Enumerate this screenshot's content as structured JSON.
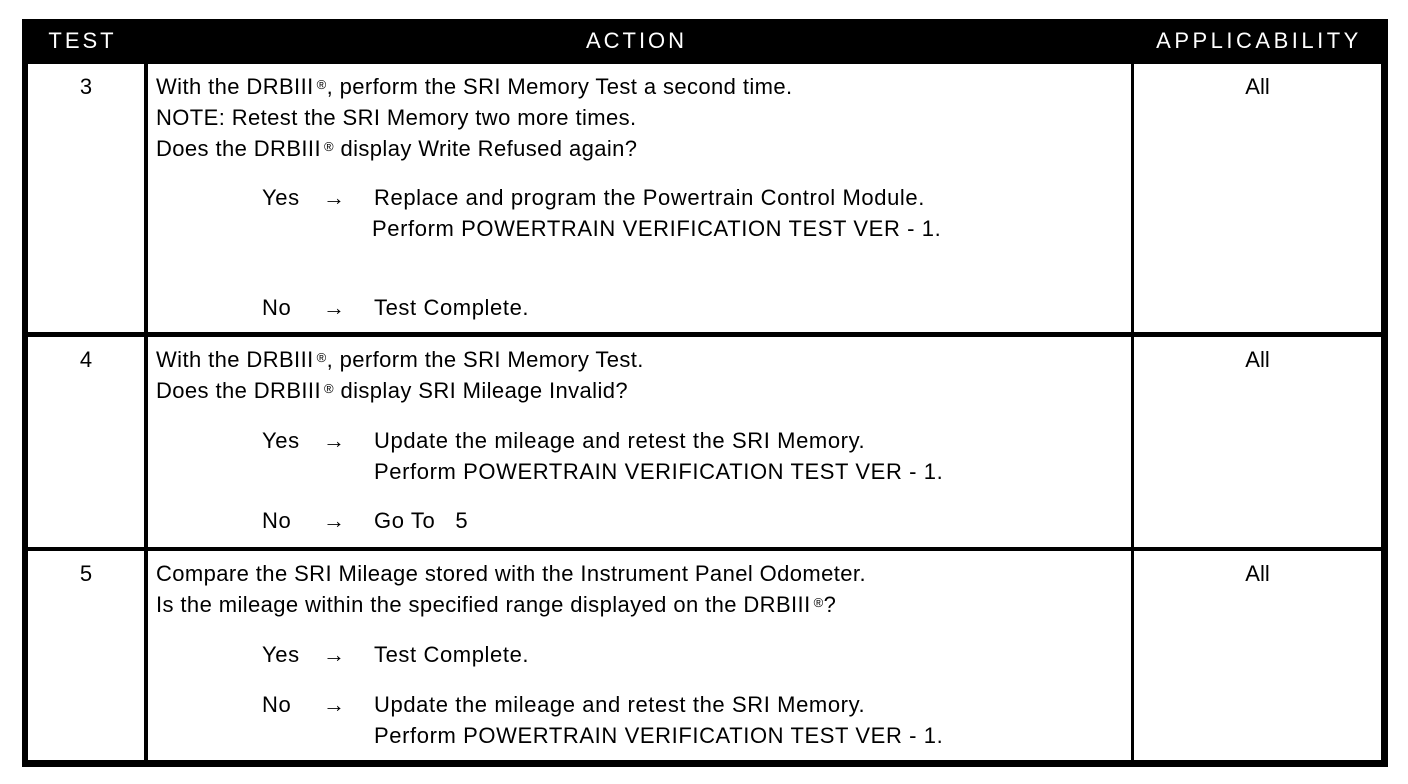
{
  "header": {
    "test": "TEST",
    "action": "ACTION",
    "applicability": "APPLICABILITY"
  },
  "arrow": "→",
  "reg": "®",
  "rows": [
    {
      "test": "3",
      "applicability": "All",
      "lines": [
        {
          "before": "With the DRBIII",
          "after": ", perform the SRI Memory Test a second time."
        },
        {
          "text": "NOTE: Retest the SRI Memory two more times."
        },
        {
          "before": "Does the DRBIII",
          "after": " display Write Refused again?"
        }
      ],
      "yes_label": "Yes",
      "yes_lines": [
        "Replace and program the Powertrain Control Module.",
        "Perform POWERTRAIN VERIFICATION TEST VER - 1."
      ],
      "no_label": "No",
      "no_lines": [
        "Test Complete."
      ]
    },
    {
      "test": "4",
      "applicability": "All",
      "lines": [
        {
          "before": "With the DRBIII",
          "after": ", perform the SRI Memory Test."
        },
        {
          "before": "Does the DRBIII",
          "after": " display SRI Mileage Invalid?"
        }
      ],
      "yes_label": "Yes",
      "yes_lines": [
        "Update the mileage and retest the SRI Memory.",
        "Perform POWERTRAIN VERIFICATION TEST VER - 1."
      ],
      "no_label": "No",
      "no_lines": [
        "Go To   5"
      ]
    },
    {
      "test": "5",
      "applicability": "All",
      "lines": [
        {
          "text": "Compare the SRI Mileage stored with the Instrument Panel Odometer."
        },
        {
          "before": "Is the mileage within the specified range displayed on the DRBIII",
          "after": "?"
        }
      ],
      "yes_label": "Yes",
      "yes_lines": [
        "Test Complete."
      ],
      "no_label": "No",
      "no_lines": [
        "Update the mileage and retest the SRI Memory.",
        "Perform POWERTRAIN VERIFICATION TEST VER - 1."
      ]
    }
  ]
}
